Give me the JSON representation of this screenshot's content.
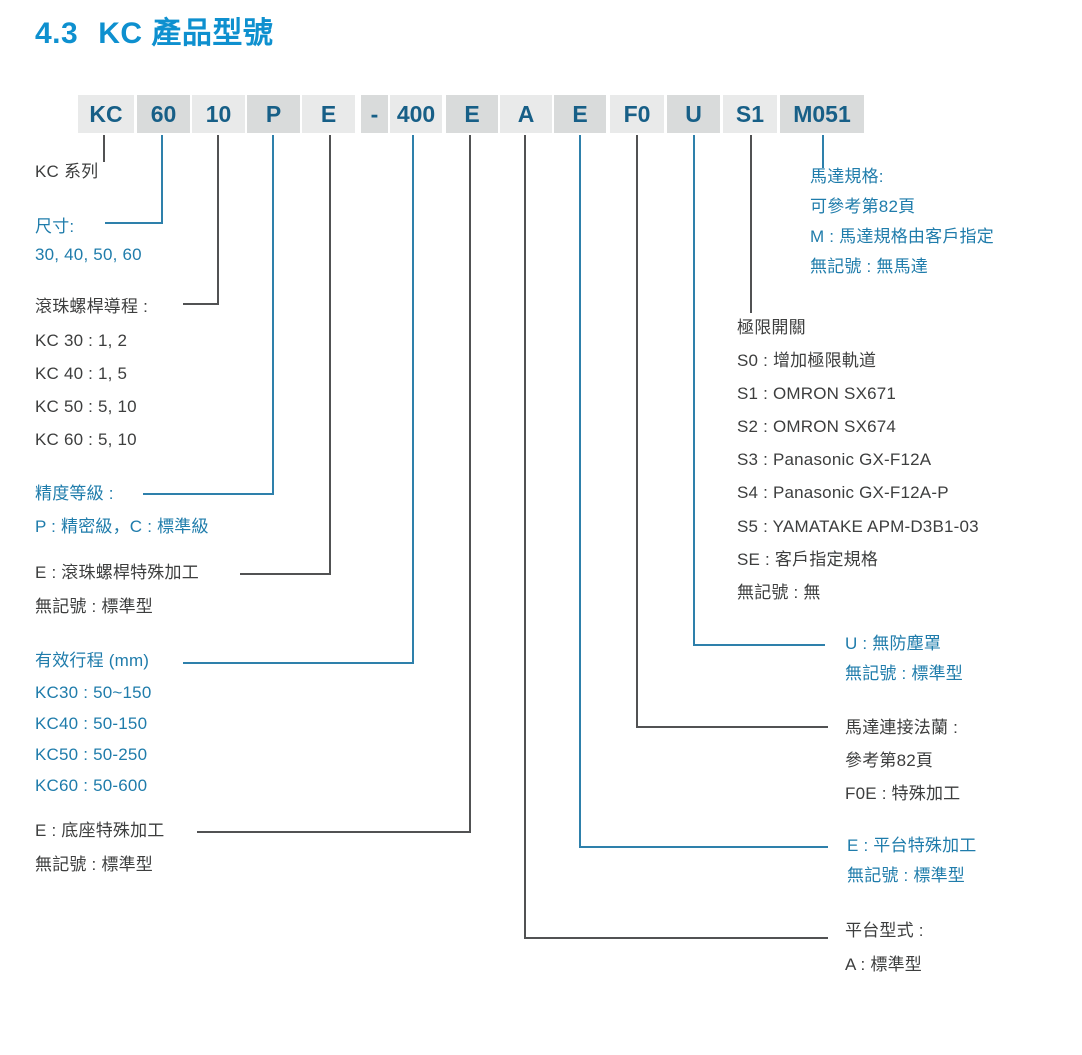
{
  "page": {
    "section_number": "4.3",
    "section_title": "KC 產品型號"
  },
  "colors": {
    "title_blue": "#0e90cf",
    "code_text_blue": "#175f87",
    "segment_bg_light": "#e9eaea",
    "segment_bg_dark": "#d9dbdb",
    "label_blue": "#1f7cab",
    "label_dark": "#3d3e3e",
    "line_blue": "#2e80ab",
    "line_dark": "#515253"
  },
  "model_code": {
    "segments": [
      "KC",
      "60",
      "10",
      "P",
      "E",
      "-",
      "400",
      "E",
      "A",
      "E",
      "F0",
      "U",
      "S1",
      "M051"
    ]
  },
  "annotations": {
    "series": {
      "label": "KC 系列"
    },
    "size": {
      "title": "尺寸:",
      "value": "30, 40, 50, 60"
    },
    "screw_lead": {
      "title": "滾珠螺桿導程 :",
      "items": [
        "KC 30 : 1, 2",
        "KC 40 : 1, 5",
        "KC 50 : 5, 10",
        "KC 60 : 5, 10"
      ]
    },
    "accuracy": {
      "title": "精度等級 :",
      "value": "P : 精密級，C : 標準級"
    },
    "screw_special": {
      "lines": [
        "E : 滾珠螺桿特殊加工",
        "無記號 : 標準型"
      ]
    },
    "stroke": {
      "title": "有效行程 (mm)",
      "items": [
        "KC30 : 50~150",
        "KC40 : 50-150",
        "KC50 : 50-250",
        "KC60 : 50-600"
      ]
    },
    "base_special": {
      "lines": [
        "E : 底座特殊加工",
        "無記號 : 標準型"
      ]
    },
    "motor_spec": {
      "lines": [
        "馬達規格:",
        "可參考第82頁",
        "M : 馬達規格由客戶指定",
        "無記號 : 無馬達"
      ]
    },
    "limit_switch": {
      "lines": [
        "極限開關",
        "S0 : 增加極限軌道",
        "S1 : OMRON SX671",
        "S2 : OMRON SX674",
        "S3 : Panasonic GX-F12A",
        "S4 : Panasonic GX-F12A-P",
        "S5 : YAMATAKE APM-D3B1-03",
        "SE : 客戶指定規格",
        "無記號 : 無"
      ]
    },
    "dust_cover": {
      "lines": [
        "U : 無防塵罩",
        "無記號 : 標準型"
      ]
    },
    "motor_flange": {
      "lines": [
        "馬達連接法蘭 :",
        "參考第82頁",
        "F0E : 特殊加工"
      ]
    },
    "table_special": {
      "lines": [
        "E : 平台特殊加工",
        "無記號 : 標準型"
      ]
    },
    "table_type": {
      "lines": [
        "平台型式 :",
        "A : 標準型"
      ]
    }
  }
}
